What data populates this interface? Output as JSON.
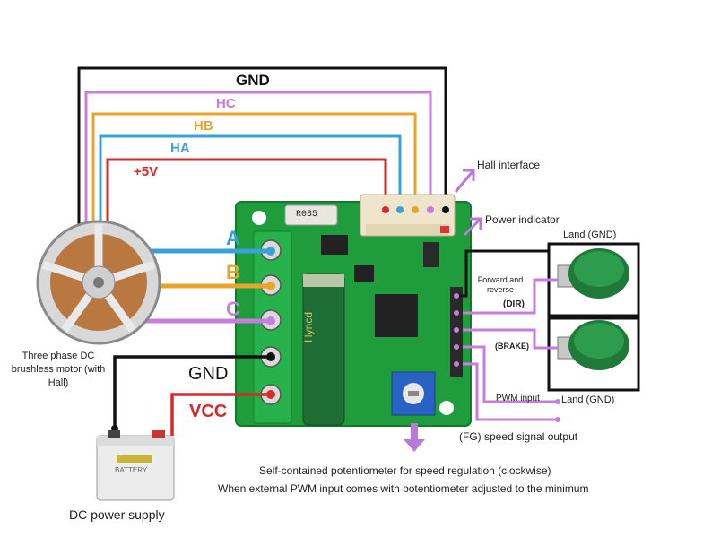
{
  "wires": {
    "gnd_top": "GND",
    "hc": "HC",
    "hb": "HB",
    "ha": "HA",
    "plus5v": "+5V",
    "phase_a": "A",
    "phase_b": "B",
    "phase_c": "C",
    "gnd_power": "GND",
    "vcc": "VCC"
  },
  "labels": {
    "hall_interface": "Hall interface",
    "power_indicator": "Power indicator",
    "land_gnd_top": "Land (GND)",
    "forward_reverse": "Forward and reverse",
    "dir": "(DIR)",
    "brake": "(BRAKE)",
    "pwm_input": "PWM input",
    "land_gnd_bottom": "Land (GND)",
    "fg_output": "(FG) speed signal output",
    "motor": "Three phase DC brushless motor (with Hall)",
    "power_supply": "DC power supply",
    "note_line1": "Self-contained potentiometer for speed regulation (clockwise)",
    "note_line2": "When external PWM input comes with potentiometer adjusted to the minimum"
  },
  "components": {
    "resistor_code": "R035",
    "capacitor_brand": "Hyncd",
    "battery_label": "BATTERY"
  },
  "colors": {
    "gnd": "#111111",
    "hc": "#c77ddb",
    "hb": "#e8a42b",
    "ha": "#3aa0d8",
    "plus5v": "#d62a2a",
    "board": "#1f9d3c",
    "terminal": "#27b14a"
  }
}
